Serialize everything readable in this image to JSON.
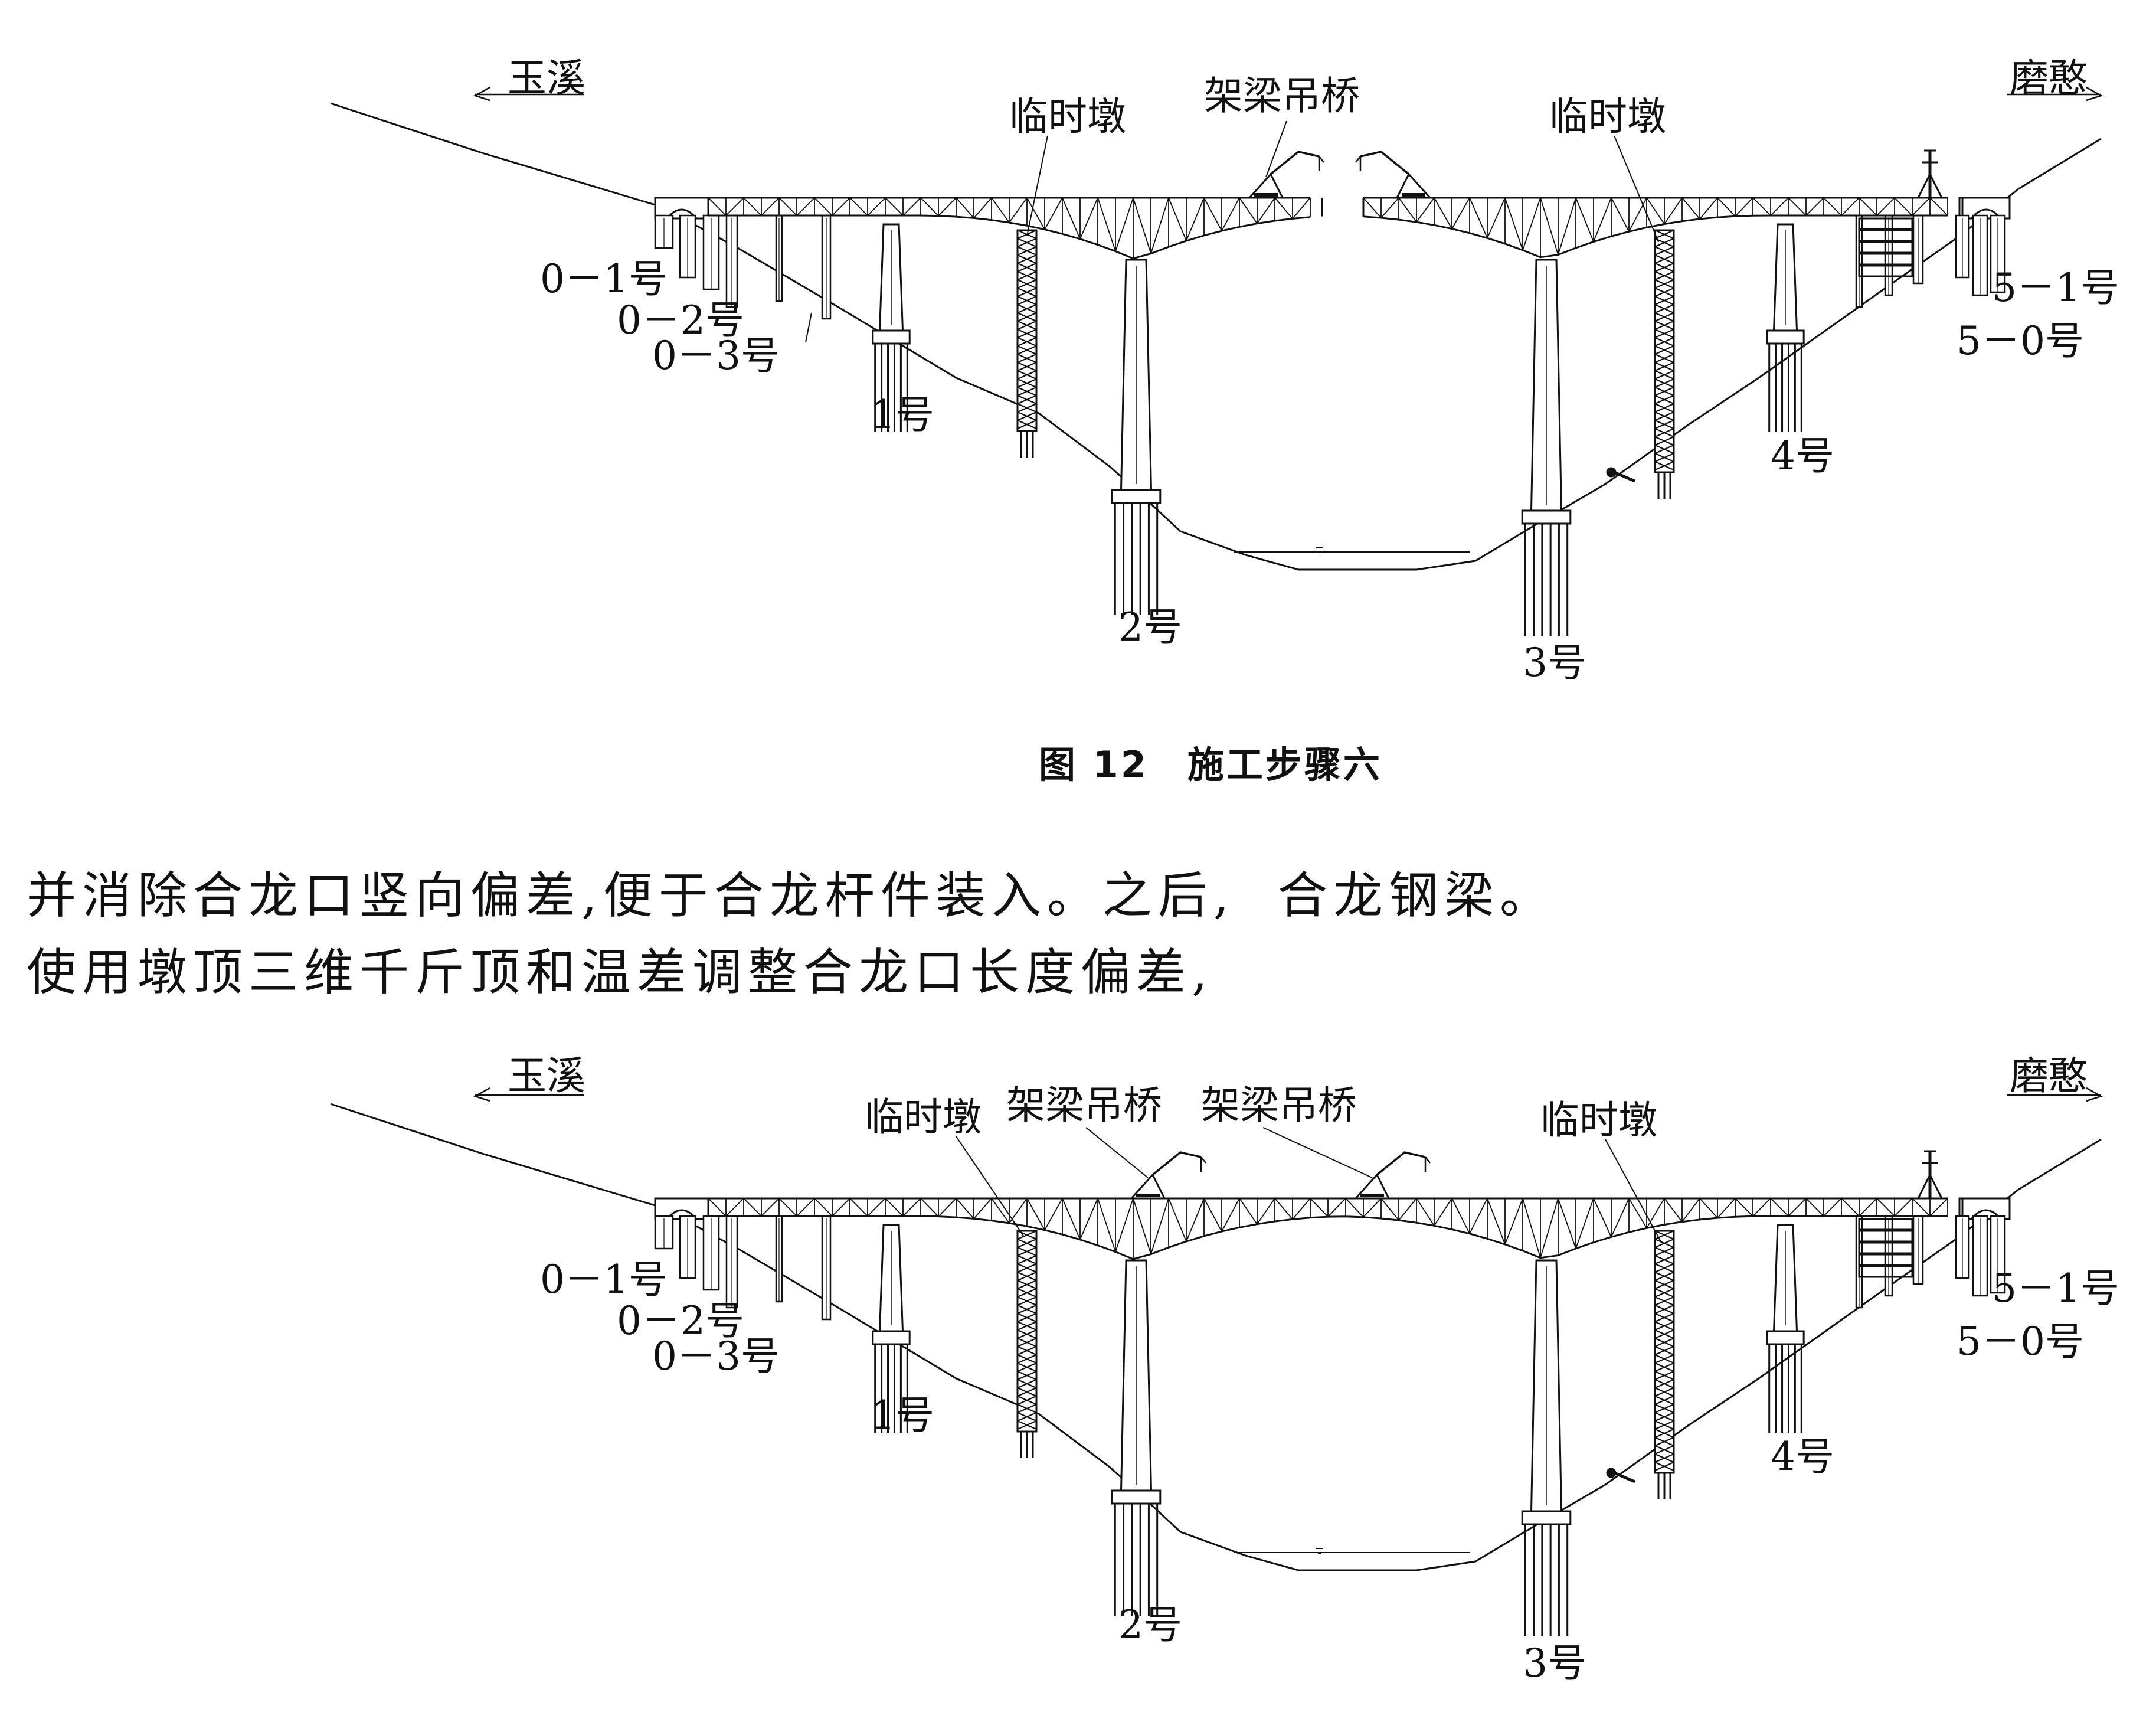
{
  "diagram_top": {
    "left_direction": "玉溪",
    "right_direction": "磨憨",
    "temp_pier_left": "临时墩",
    "temp_pier_right": "临时墩",
    "crane_label": "架梁吊桥",
    "pier_labels": {
      "p01": "0－1号",
      "p02": "0－2号",
      "p03": "0－3号",
      "p1": "1号",
      "p2": "2号",
      "p3": "3号",
      "p4": "4号",
      "p51": "5－1号",
      "p50": "5－0号"
    }
  },
  "caption": "图 12　施工步骤六",
  "paragraph": {
    "line1_a": "并消除合龙口竖向偏差,便于合龙杆件装入。之后,",
    "line1_b": "合龙钢梁。",
    "line2": "使用墩顶三维千斤顶和温差调整合龙口长度偏差,"
  },
  "diagram_bottom": {
    "left_direction": "玉溪",
    "right_direction": "磨憨",
    "temp_pier_left": "临时墩",
    "temp_pier_right": "临时墩",
    "crane_label_left": "架梁吊桥",
    "crane_label_right": "架梁吊桥",
    "pier_labels": {
      "p01": "0－1号",
      "p02": "0－2号",
      "p03": "0－3号",
      "p1": "1号",
      "p2": "2号",
      "p3": "3号",
      "p4": "4号",
      "p51": "5－1号",
      "p50": "5－0号"
    }
  }
}
